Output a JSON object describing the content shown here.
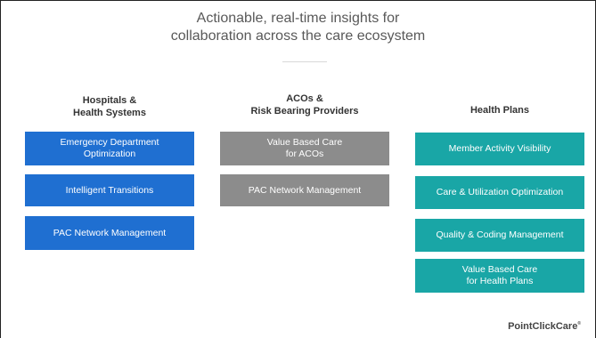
{
  "headline": {
    "line1": "Actionable, real-time insights for",
    "line2": "collaboration across the care ecosystem"
  },
  "columns": [
    {
      "title_line1": "Hospitals &",
      "title_line2": "Health Systems",
      "color": "#1f6fd1",
      "tiles": [
        {
          "line1": "Emergency Department",
          "line2": "Optimization"
        },
        {
          "line1": "Intelligent Transitions",
          "line2": ""
        },
        {
          "line1": "PAC Network Management",
          "line2": ""
        }
      ]
    },
    {
      "title_line1": "ACOs &",
      "title_line2": "Risk Bearing Providers",
      "color": "#8c8c8c",
      "tiles": [
        {
          "line1": "Value Based Care",
          "line2": "for ACOs"
        },
        {
          "line1": "PAC Network Management",
          "line2": ""
        }
      ]
    },
    {
      "title_line1": "Health Plans",
      "title_line2": "",
      "color": "#19a6a6",
      "tiles": [
        {
          "line1": "Member Activity Visibility",
          "line2": ""
        },
        {
          "line1": "Care & Utilization Optimization",
          "line2": ""
        },
        {
          "line1": "Quality & Coding Management",
          "line2": ""
        },
        {
          "line1": "Value Based Care",
          "line2": "for Health Plans"
        }
      ]
    }
  ],
  "brand": {
    "name": "PointClickCare",
    "mark": "®"
  }
}
